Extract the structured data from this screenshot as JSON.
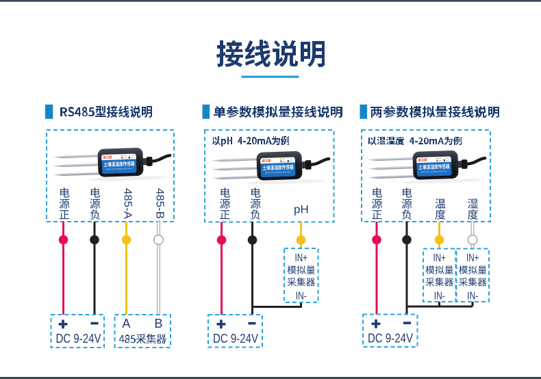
{
  "page": {
    "title": "接线说明",
    "accent_color": "#2aa3dc",
    "text_color": "#1d3b6e",
    "frame_bar_color": "#3a4459",
    "background": "#ffffff"
  },
  "sensor": {
    "brand": "都汉德",
    "label": "土壤温湿度传感器",
    "label_sub": "Soil Temp Hum Sensor"
  },
  "wire_colors": {
    "power_positive": "#e60e56",
    "power_negative": "#202125",
    "signal_1": "#f3c21a",
    "signal_2": "#ffffff"
  },
  "panels": [
    {
      "heading": "RS485型接线说明",
      "terminals": [
        "电源正",
        "电源负",
        "485-A",
        "485-B"
      ],
      "power_box": {
        "positive": "+",
        "negative": "-",
        "label": "DC 9-24V"
      },
      "collector": {
        "a": "A",
        "b": "B",
        "label": "485采集器"
      }
    },
    {
      "heading": "单参数模拟量接线说明",
      "example": "以pH 4-20mA为例",
      "terminals": [
        "电源正",
        "电源负",
        "pH"
      ],
      "power_box": {
        "positive": "+",
        "negative": "-",
        "label": "DC 9-24V"
      },
      "analog_collector": {
        "lines": [
          "IN+",
          "模拟量",
          "采集器",
          "IN-"
        ]
      }
    },
    {
      "heading": "两参数模拟量接线说明",
      "example": "以温湿度 4-20mA为例",
      "terminals": [
        "电源正",
        "电源负",
        "温度",
        "湿度"
      ],
      "power_box": {
        "positive": "+",
        "negative": "-",
        "label": "DC 9-24V"
      },
      "analog_collectors": [
        {
          "lines": [
            "IN+",
            "模拟量",
            "采集器",
            "IN-"
          ]
        },
        {
          "lines": [
            "IN+",
            "模拟量",
            "采集器",
            "IN-"
          ]
        }
      ]
    }
  ]
}
